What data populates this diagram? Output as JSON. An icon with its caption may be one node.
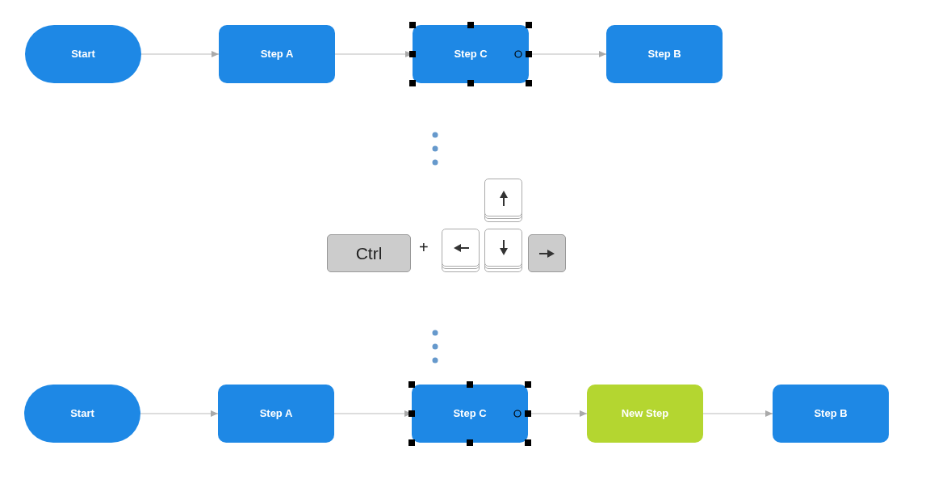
{
  "diagram": {
    "nodes": [
      {
        "text": [
          "Start"
        ]
      },
      {
        "text": [
          "Step A"
        ]
      },
      {
        "text": [
          "Step C"
        ]
      },
      {
        "text": [
          "Step B"
        ]
      },
      {
        "text": [
          "Ctrl"
        ]
      },
      {
        "text": [],
        "shape": "box"
      },
      {
        "text": [],
        "shape": "box"
      },
      {
        "text": [],
        "shape": "box"
      },
      {
        "text": [],
        "shape": "box"
      },
      {
        "text": [
          "Start"
        ]
      },
      {
        "text": [
          "Step A"
        ]
      },
      {
        "text": [
          "Step C"
        ]
      },
      {
        "text": [
          "New Step"
        ]
      },
      {
        "text": [
          "Step B"
        ]
      }
    ],
    "edges": [
      {
        "from": 0,
        "to": 1,
        "arrow": "to"
      },
      {
        "from": 1,
        "to": 2,
        "arrow": "to"
      },
      {
        "from": 2,
        "to": 3,
        "arrow": "to"
      },
      {
        "from": 9,
        "to": 10,
        "arrow": "to"
      },
      {
        "from": 10,
        "to": 11,
        "arrow": "to"
      },
      {
        "from": 11,
        "to": 12,
        "arrow": "to"
      },
      {
        "from": 12,
        "to": 13,
        "arrow": "to"
      }
    ],
    "labels": [
      "+"
    ]
  }
}
